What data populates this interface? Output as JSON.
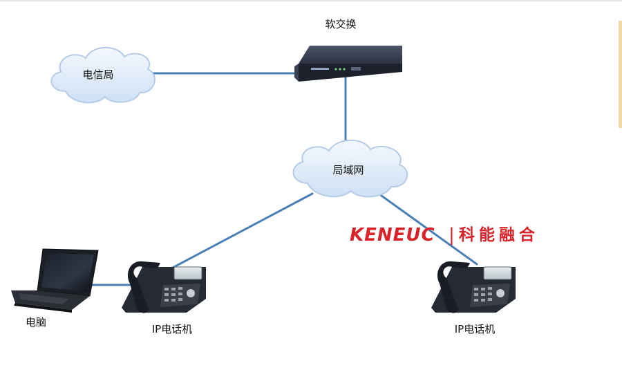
{
  "nodes": {
    "softswitch": {
      "label": "软交换"
    },
    "telecom": {
      "label": "电信局"
    },
    "lan": {
      "label": "局域网"
    },
    "computer": {
      "label": "电脑"
    },
    "phone_left": {
      "label": "IP电话机"
    },
    "phone_right": {
      "label": "IP电话机"
    }
  },
  "brand": {
    "latin": "KENEUC",
    "separator": "|",
    "chinese": "科能融合"
  },
  "colors": {
    "link": "#4a7fb5",
    "cloud_fill": "#dce9f8",
    "cloud_stroke": "#b5cbe6",
    "brand": "#d8232a",
    "device_body": "#2a2f3d",
    "device_front": "#1a1e28"
  },
  "icons": [
    "cloud-icon",
    "softswitch-device-icon",
    "laptop-icon",
    "ip-phone-icon"
  ]
}
